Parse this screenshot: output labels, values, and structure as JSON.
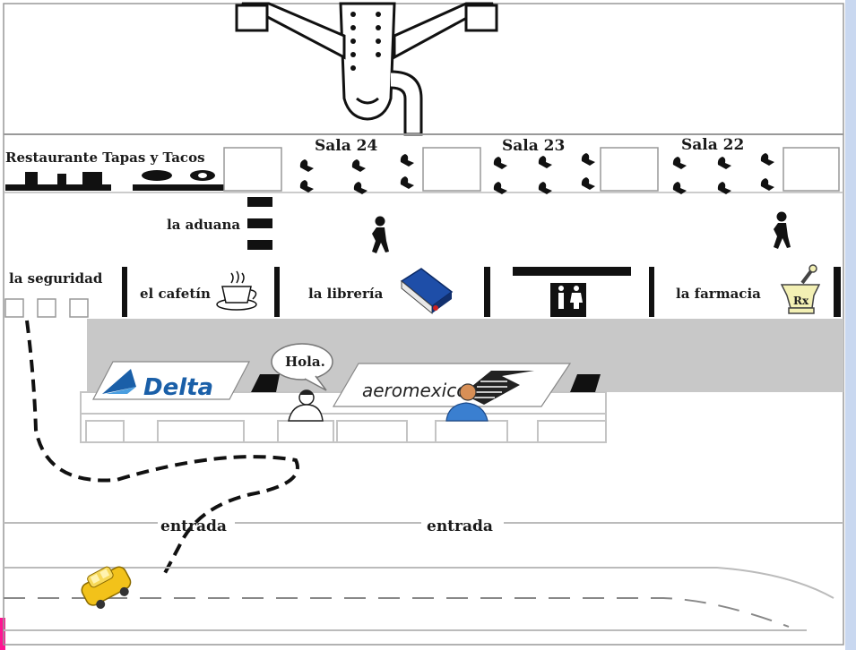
{
  "terminal": {
    "restaurant": "Restaurante Tapas y Tacos",
    "customs": "la aduana",
    "security": "la seguridad",
    "cafe": "el cafetín",
    "bookstore": "la librería",
    "pharmacy": "la farmacia",
    "gates": [
      "Sala 24",
      "Sala 23",
      "Sala 22"
    ],
    "speech": "Hola.",
    "entrances": [
      "entrada",
      "entrada"
    ],
    "pharmacy_sign": "Rx"
  },
  "airlines": {
    "delta": "Delta",
    "aeromexico": "aeromexico"
  },
  "colors": {
    "floor_band": "#c8c8c8",
    "frame_right": "#c9d8f0",
    "delta_blue": "#1a5fa8",
    "taxi_yellow": "#f2c21a",
    "book_blue": "#1e4ea8",
    "accent_pink": "#ff1493"
  },
  "icons": [
    "airplane-icon",
    "seat-icon",
    "walking-person-icon",
    "coffee-cup-icon",
    "book-icon",
    "restroom-icon",
    "mortar-pestle-icon",
    "taxi-icon",
    "agent-icon"
  ]
}
